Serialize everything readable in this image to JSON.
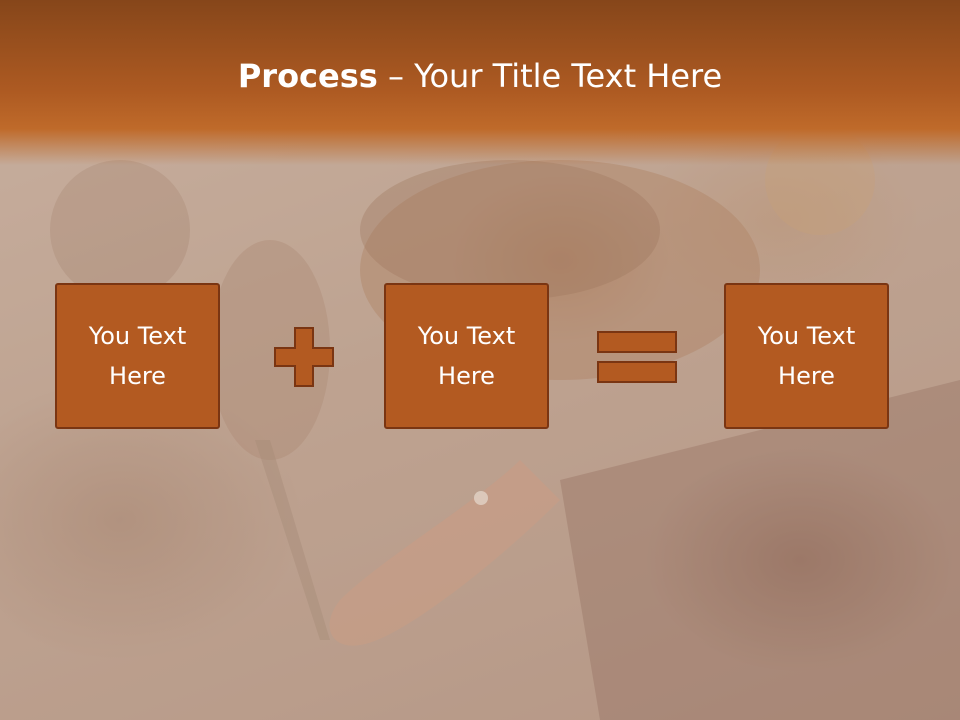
{
  "title": {
    "bold": "Process",
    "rest": " – Your Title Text Here"
  },
  "boxes": [
    {
      "line1": "You Text",
      "line2": "Here"
    },
    {
      "line1": "You Text",
      "line2": "Here"
    },
    {
      "line1": "You Text",
      "line2": "Here"
    }
  ],
  "operators": {
    "first": "plus-icon",
    "second": "equals-icon"
  },
  "colors": {
    "box_fill": "#b35a21",
    "box_border": "#7a3512",
    "title_band": "#ad5a22",
    "title_text": "#ffffff"
  }
}
